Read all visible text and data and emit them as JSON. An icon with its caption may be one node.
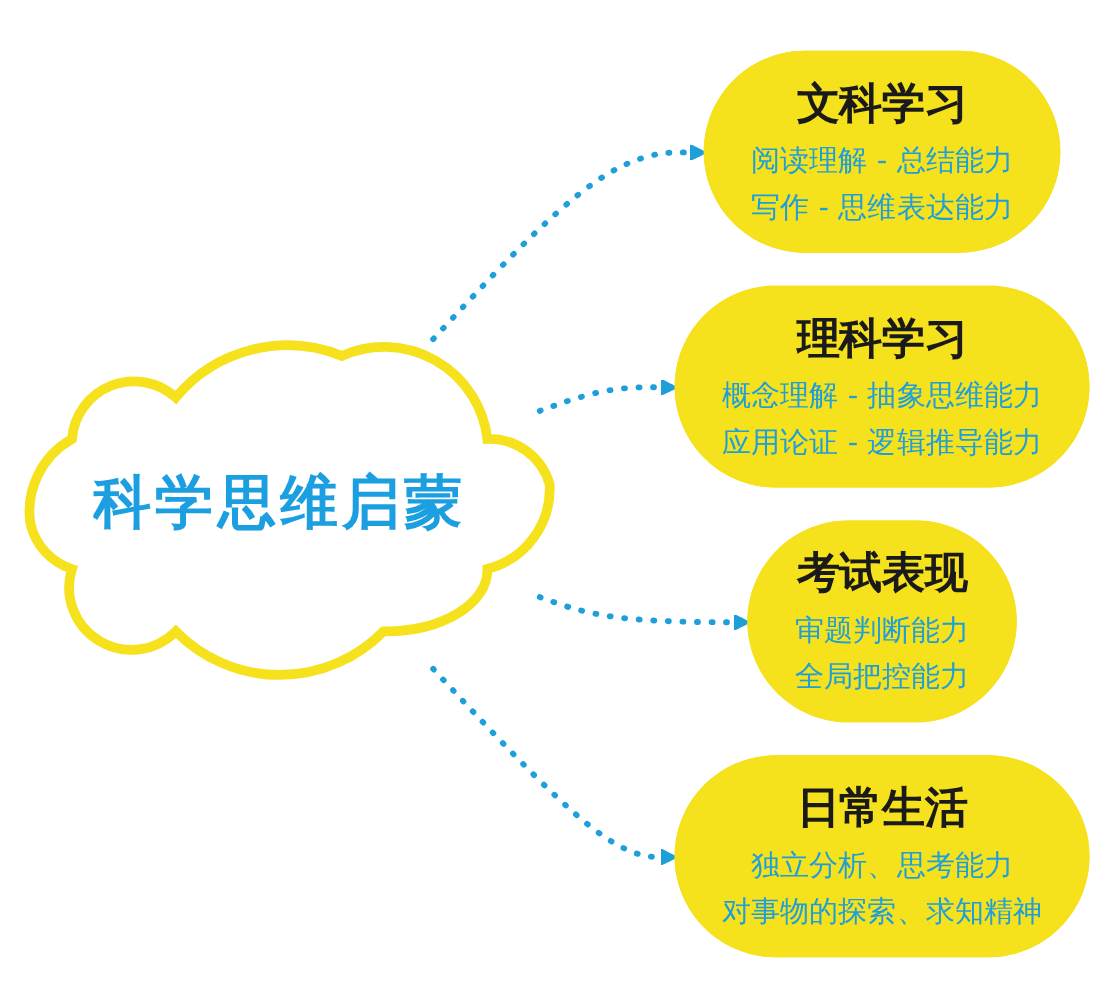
{
  "diagram": {
    "nodes": [
      {
        "text": [
          "科学思维启蒙"
        ]
      },
      {
        "text": [
          "文科学习",
          "阅读理解 - 总结能力",
          "写作 - 思维表达能力"
        ]
      },
      {
        "text": [
          "理科学习",
          "概念理解 - 抽象思维能力",
          "应用论证 - 逻辑推导能力"
        ]
      },
      {
        "text": [
          "考试表现",
          "审题判断能力",
          "全局把控能力"
        ]
      },
      {
        "text": [
          "日常生活",
          "独立分析、思考能力",
          "对事物的探索、求知精神"
        ]
      }
    ],
    "edges": [
      {
        "from": 0,
        "to": 1,
        "arrow": "to",
        "style": "dashed"
      },
      {
        "from": 0,
        "to": 2,
        "arrow": "to",
        "style": "dashed"
      },
      {
        "from": 0,
        "to": 3,
        "arrow": "to",
        "style": "dashed"
      },
      {
        "from": 0,
        "to": 4,
        "arrow": "to",
        "style": "dashed"
      }
    ]
  }
}
